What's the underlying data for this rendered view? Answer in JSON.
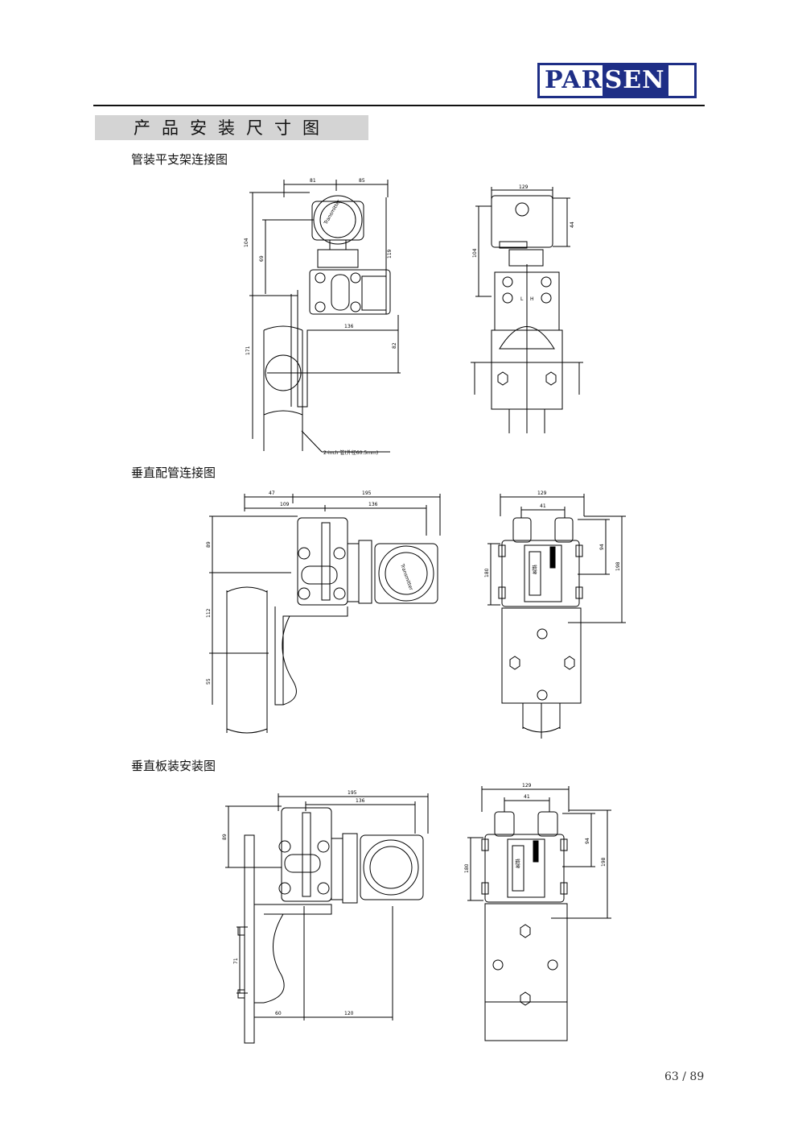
{
  "header": {
    "logo_part1": "PAR",
    "logo_part2": "SEN"
  },
  "section": {
    "title": "产品安装尺寸图"
  },
  "figures": [
    {
      "caption": "管装平支架连接图",
      "side_dims": [
        "81",
        "85",
        "104",
        "69",
        "119",
        "136",
        "171",
        "82"
      ],
      "pipe_note": "2-inch 管(外径60.5mm)",
      "side_label": "Transmitter",
      "front_dims": [
        "129",
        "44",
        "104"
      ],
      "front_labels": [
        "L",
        "H"
      ]
    },
    {
      "caption": "垂直配管连接图",
      "side_dims": [
        "47",
        "195",
        "109",
        "136",
        "89",
        "112",
        "55"
      ],
      "side_label": "Transmitter",
      "front_dims": [
        "129",
        "41",
        "94",
        "180",
        "198"
      ],
      "front_label": "铭牌"
    },
    {
      "caption": "垂直板装安装图",
      "side_dims": [
        "195",
        "136",
        "89",
        "71",
        "60",
        "120"
      ],
      "front_dims": [
        "129",
        "41",
        "94",
        "180",
        "198"
      ],
      "front_label": "铭牌"
    }
  ],
  "footer": {
    "page": "63 / 89"
  }
}
